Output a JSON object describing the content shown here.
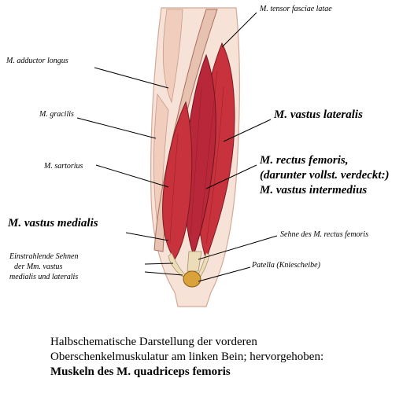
{
  "labels": {
    "tensor": "M. tensor fasciae latae",
    "adductor": "M. adductor longus",
    "gracilis": "M. gracilis",
    "sartorius": "M. sartorius",
    "vastus_lateralis": "M. vastus lateralis",
    "rectus_line1": "M. rectus femoris,",
    "rectus_line2": "(darunter vollst. verdeckt:)",
    "rectus_line3": "M. vastus intermedius",
    "vastus_medialis": "M. vastus medialis",
    "sehne_rectus": "Sehne des M. rectus femoris",
    "einstrahlende_line1": "Einstrahlende Sehnen",
    "einstrahlende_line2": "der Mm. vastus",
    "einstrahlende_line3": "medialis und lateralis",
    "patella": "Patella (Kniescheibe)"
  },
  "caption": {
    "line1": "Halbschematische Darstellung der vorderen",
    "line2": "Oberschenkelmuskulatur am linken Bein; hervorgehoben:",
    "line3": "Muskeln des M. quadriceps femoris"
  },
  "colors": {
    "muscle_red": "#c8323c",
    "muscle_dark": "#8e1a22",
    "skin_pale": "#f3d6c6",
    "tendon": "#e9d6b0",
    "sartorius_band": "#e8b8a8",
    "patella": "#d9a23a"
  }
}
